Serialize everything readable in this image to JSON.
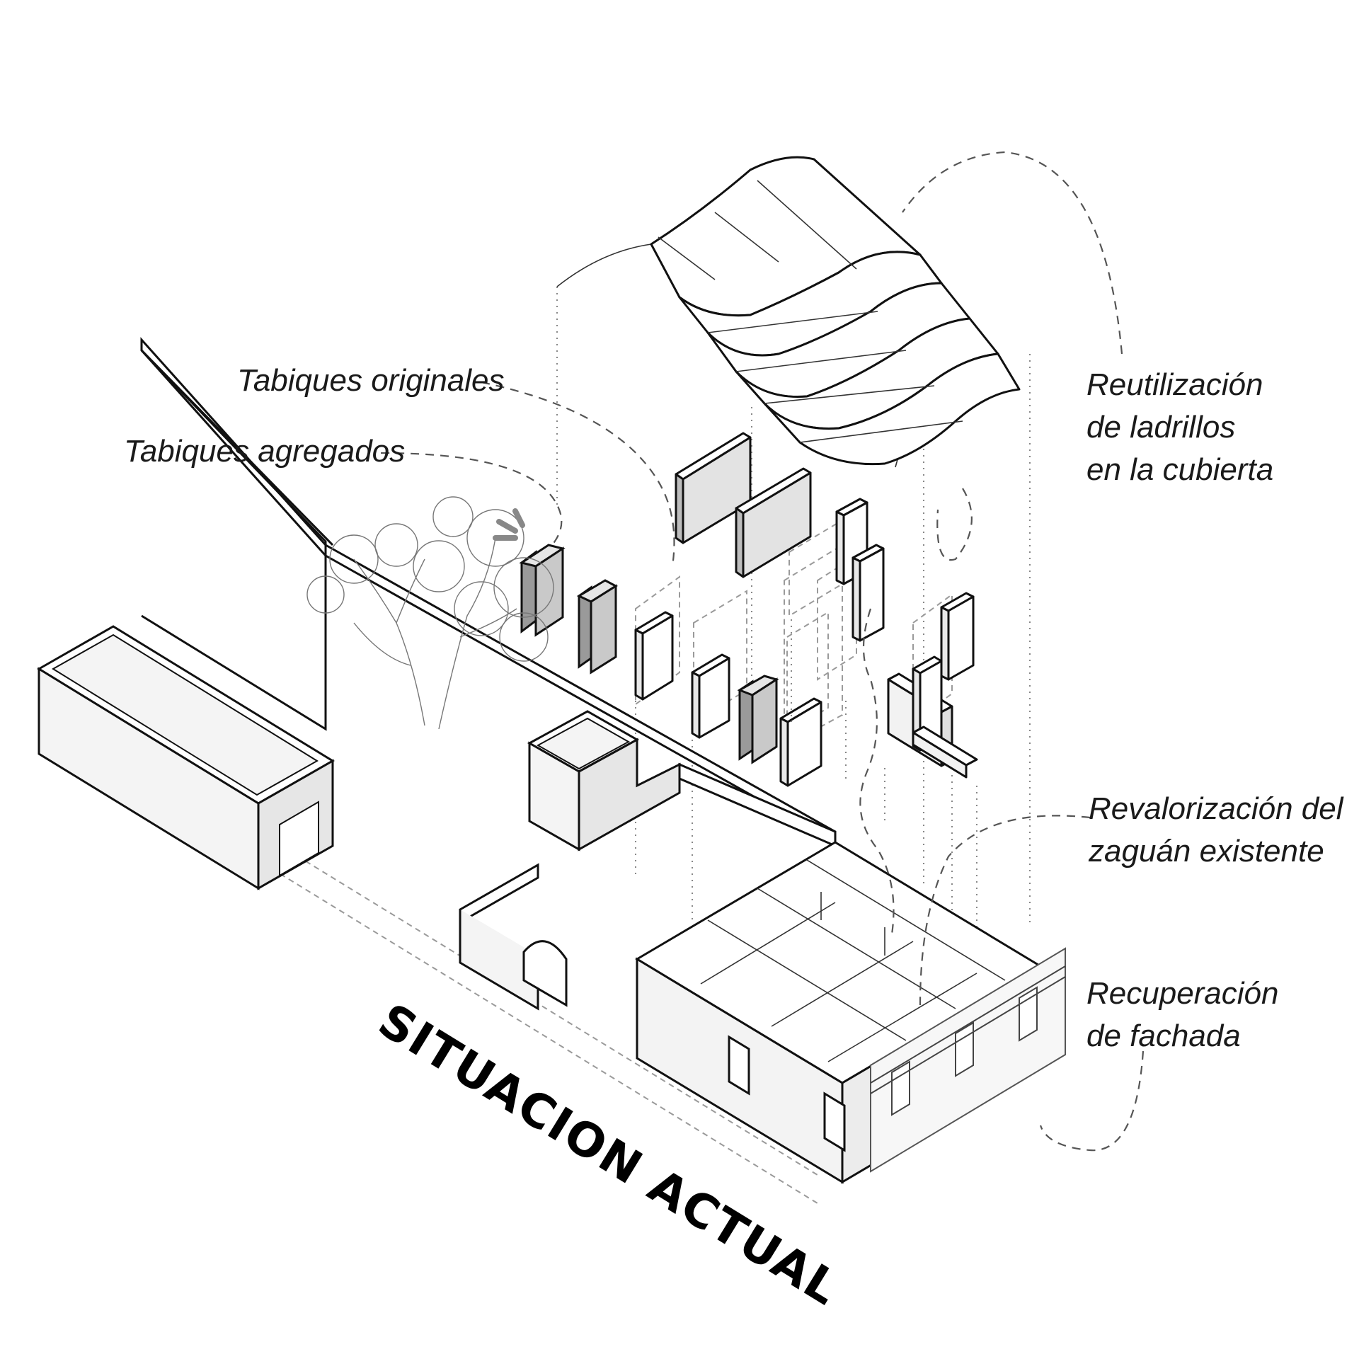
{
  "labels": {
    "tabiques_originales": "Tabiques originales",
    "tabiques_agregados": "Tabiques agregados",
    "reutilizacion": [
      "Reutilización",
      "de ladrillos",
      "en la cubierta"
    ],
    "revalorizacion": [
      "Revalorización del",
      "zaguán existente"
    ],
    "recuperacion": [
      "Recuperación",
      "de fachada"
    ]
  },
  "title": "SITUACION ACTUAL",
  "colors": {
    "wall_top": "#ffffff",
    "wall_side": "#eeeeee",
    "wall_front": "#f6f6f6",
    "partition_added": "#c9c9c9",
    "partition_face": "#e3e3e3",
    "line": "#111111",
    "callout": "#555555"
  }
}
